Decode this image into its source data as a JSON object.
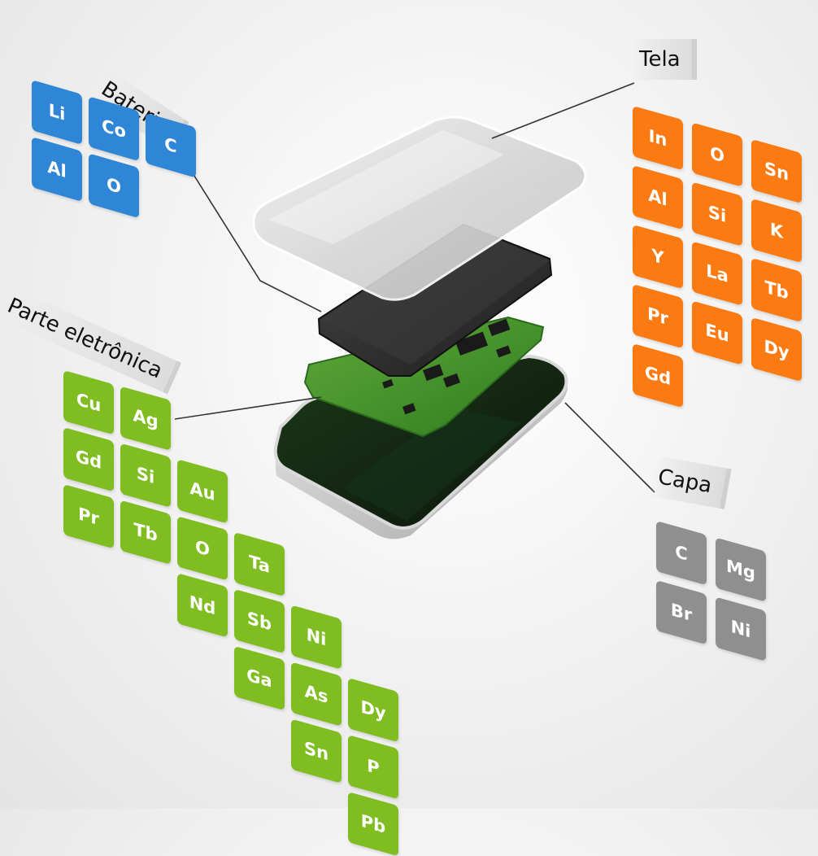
{
  "labels": {
    "battery": "Bateria",
    "screen": "Tela",
    "electronics": "Parte eletrônica",
    "case": "Capa"
  },
  "groups": {
    "battery": {
      "color": "#2f86d6",
      "elements": [
        "Li",
        "Co",
        "C",
        "Al",
        "O"
      ]
    },
    "screen": {
      "color": "#fb7a12",
      "elements": [
        "In",
        "O",
        "Sn",
        "Al",
        "Si",
        "K",
        "Y",
        "La",
        "Tb",
        "Pr",
        "Eu",
        "Dy",
        "Gd"
      ]
    },
    "electronics": {
      "color": "#7fbd21",
      "elements": [
        "Cu",
        "Ag",
        "Gd",
        "Au",
        "Si",
        "Ta",
        "Pr",
        "O",
        "Ni",
        "Tb",
        "Sb",
        "Dy",
        "Nd",
        "As",
        "Ga",
        "P",
        "Sn",
        "Pb"
      ]
    },
    "case": {
      "color": "#8f8f8f",
      "elements": [
        "C",
        "Mg",
        "Br",
        "Ni"
      ]
    }
  }
}
